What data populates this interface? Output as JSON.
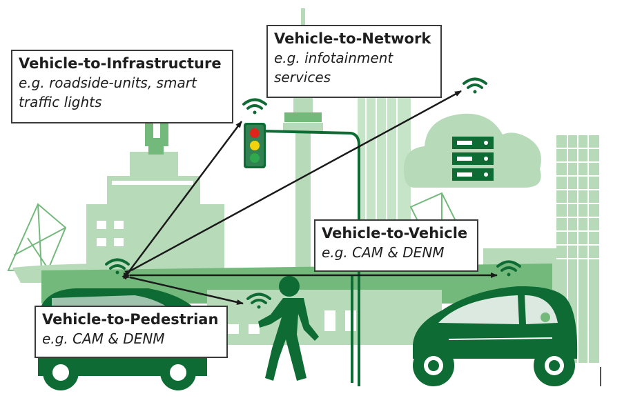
{
  "colors": {
    "light_green": "#b7dbb9",
    "mid_green": "#74b97c",
    "dark_green": "#0f6b34",
    "arrow": "#1a1a1a",
    "traffic_red": "#e0241b",
    "traffic_yellow": "#f2d20d",
    "traffic_green": "#2fa84f"
  },
  "icons": [
    "wifi-icon",
    "server-rack-icon",
    "traffic-light-icon",
    "pedestrian-icon",
    "car-icon"
  ],
  "labels": {
    "v2i": {
      "title": "Vehicle-to-Infrastructure",
      "example": "e.g. roadside-units, smart traffic lights"
    },
    "v2n": {
      "title": "Vehicle-to-Network",
      "example": "e.g. infotainment services"
    },
    "v2v": {
      "title": "Vehicle-to-Vehicle",
      "example": "e.g. CAM & DENM"
    },
    "v2p": {
      "title": "Vehicle-to-Pedestrian",
      "example": "e.g. CAM & DENM"
    }
  }
}
